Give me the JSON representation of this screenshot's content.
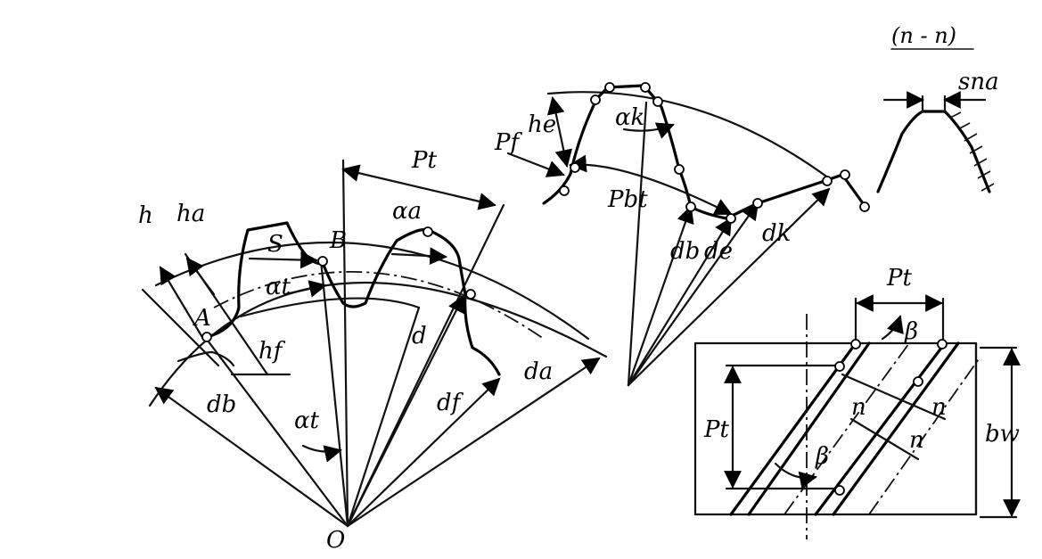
{
  "diagram": {
    "section_title": "(п - п)",
    "labels": {
      "h": "h",
      "ha": "ha",
      "s": "S",
      "point_b": "B",
      "point_a": "A",
      "alpha_t": "αt",
      "alpha_a": "αa",
      "alpha_t2": "αt",
      "hf": "hf",
      "db": "db",
      "df": "df",
      "d": "d",
      "da": "da",
      "pt": "Pt",
      "origin": "O",
      "he": "he",
      "pf": "Pf",
      "alpha_k": "αk",
      "pbt": "Pbt",
      "db2": "db",
      "de": "de",
      "dk": "dk",
      "sna": "sna",
      "pt2": "Pt",
      "beta1": "β",
      "beta2": "β",
      "n1": "n",
      "n2": "n",
      "n3": "n",
      "pt3": "Pt",
      "bw": "bw"
    }
  }
}
